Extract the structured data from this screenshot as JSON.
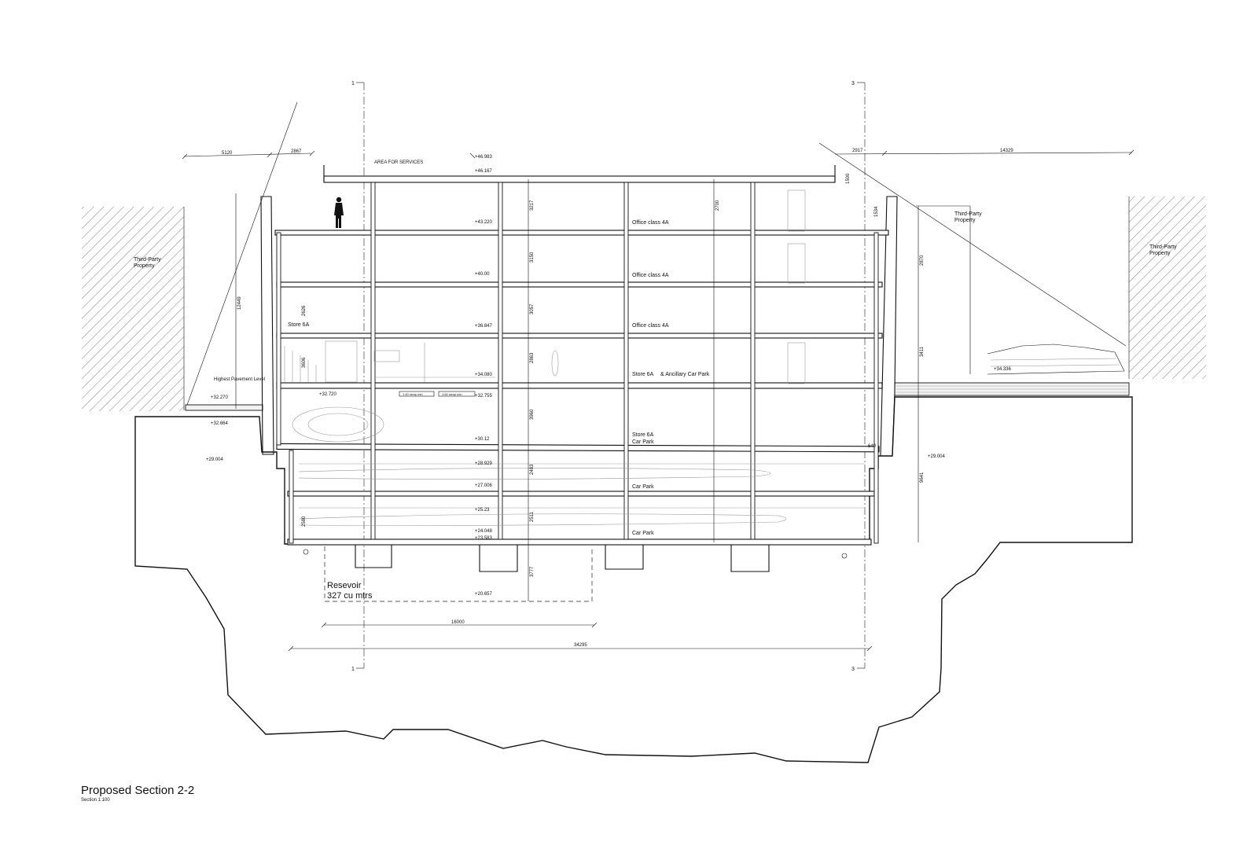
{
  "title": "Proposed Section 2-2",
  "subtitle": "Section 1:100",
  "grid_labels": {
    "left": "1",
    "right": "3"
  },
  "rooms": {
    "office_top": "Office class 4A",
    "office_2": "Office class 4A",
    "office_3": "Office class 4A",
    "store_6a_left": "Store 6A",
    "store_ancillary_a": "Store 6A",
    "store_ancillary_b": "& Ancillary Car Park",
    "store_car_a": "Store 6A",
    "store_car_b": "Car Park",
    "car_park_1": "Car Park",
    "car_park_2": "Car Park",
    "area_services": "AREA FOR SERVICES"
  },
  "third_party": {
    "line1": "Third-Party",
    "line2": "Property"
  },
  "highest_pavement": "Highest Pavement Level",
  "reservoir": {
    "line1": "Resevoir",
    "line2": "327 cu mtrs"
  },
  "levels": {
    "l_46983": "+46.983",
    "l_46167": "+46.167",
    "l_43220": "+43.220",
    "l_40000": "+40.00",
    "l_36847": "+36.847",
    "l_34080": "+34.080",
    "l_32755": "+32.755",
    "l_30122": "+30.12",
    "l_28929": "+28.929",
    "l_27006": "+27.006",
    "l_25230": "+25.23",
    "l_24048": "+24.048",
    "l_23583": "+23.583",
    "l_20657": "+20.657",
    "l_32720": "+32.720",
    "l_32270": "+32.270",
    "l_32664": "+32.664",
    "l_29004_left": "+29.004",
    "l_29004_right": "+29.004",
    "l_34336": "+34.336"
  },
  "dims": {
    "d_5120": "5120",
    "d_2867": "2867",
    "d_2917": "2917",
    "d_14329": "14329",
    "d_16000": "16000",
    "d_34295": "34295",
    "d_12449": "12449",
    "d_3217": "3217",
    "d_3150": "3150",
    "d_3057": "3057",
    "d_2863": "2863",
    "d_3960": "3960",
    "d_2483": "2483",
    "d_2511": "2511",
    "d_3777": "3777",
    "d_2700": "2700",
    "d_2870": "2870",
    "d_3411": "3411",
    "d_9641": "9641",
    "d_1500": "1500",
    "d_1534": "1534",
    "d_640": "640",
    "d_2626": "2626",
    "d_3606": "3606",
    "d_2580": "2580"
  },
  "slab_notes": {
    "a": "1:40 ramp min",
    "b": "1:60 ramp min"
  }
}
